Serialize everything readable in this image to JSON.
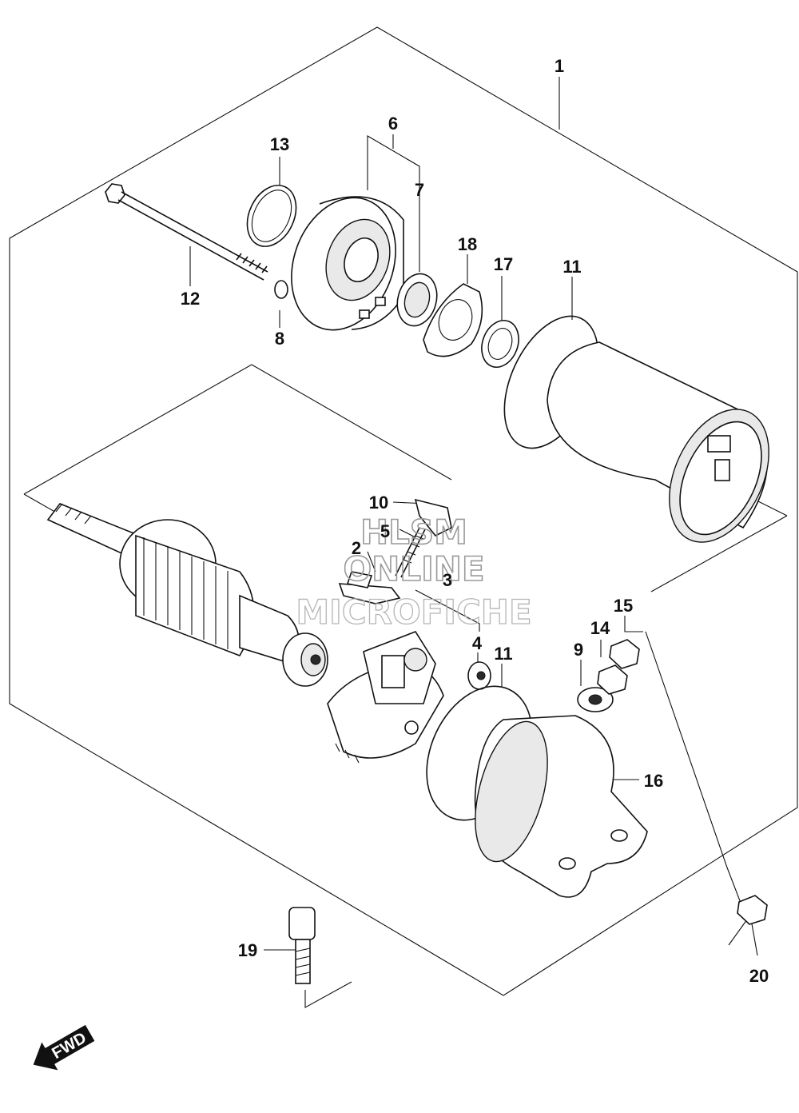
{
  "diagram": {
    "callouts": [
      {
        "id": "1",
        "text": "1"
      },
      {
        "id": "2",
        "text": "2"
      },
      {
        "id": "3",
        "text": "3"
      },
      {
        "id": "4",
        "text": "4"
      },
      {
        "id": "5",
        "text": "5"
      },
      {
        "id": "6",
        "text": "6"
      },
      {
        "id": "7",
        "text": "7"
      },
      {
        "id": "8",
        "text": "8"
      },
      {
        "id": "9",
        "text": "9"
      },
      {
        "id": "10",
        "text": "10"
      },
      {
        "id": "11a",
        "text": "11"
      },
      {
        "id": "11b",
        "text": "11"
      },
      {
        "id": "12",
        "text": "12"
      },
      {
        "id": "13",
        "text": "13"
      },
      {
        "id": "14",
        "text": "14"
      },
      {
        "id": "15",
        "text": "15"
      },
      {
        "id": "16",
        "text": "16"
      },
      {
        "id": "17",
        "text": "17"
      },
      {
        "id": "18",
        "text": "18"
      },
      {
        "id": "19",
        "text": "19"
      },
      {
        "id": "20",
        "text": "20"
      }
    ],
    "watermark": [
      "HLSM",
      "ONLINE",
      "MICROFICHE"
    ],
    "direction_badge": "FWD"
  }
}
